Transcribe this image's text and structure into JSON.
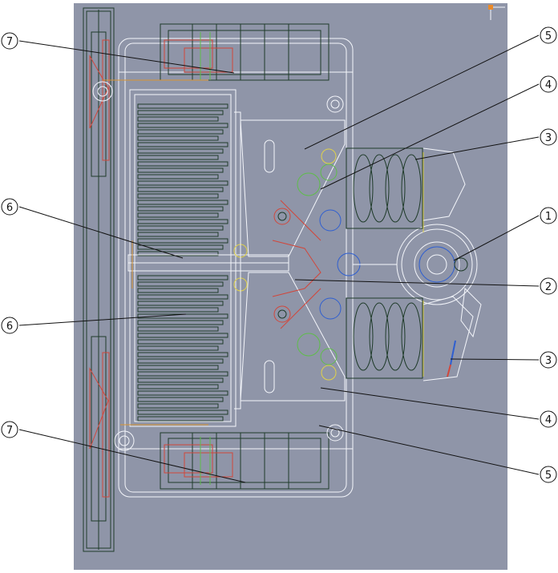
{
  "viewport": {
    "background": "#8f95a8",
    "frame": "#ffffff",
    "axis_gizmo_color": "#e98a2a",
    "wire_colors": {
      "white": "#f4f6fb",
      "dark_green": "#1f3b2a",
      "red": "#d2463a",
      "blue": "#2f5fd0",
      "yellow": "#e0d24a",
      "green": "#5fbd4a",
      "orange": "#d99532"
    }
  },
  "callouts": {
    "left": [
      {
        "label": "7"
      },
      {
        "label": "6"
      },
      {
        "label": "6"
      },
      {
        "label": "7"
      }
    ],
    "right": [
      {
        "label": "5"
      },
      {
        "label": "4"
      },
      {
        "label": "3"
      },
      {
        "label": "1"
      },
      {
        "label": "2"
      },
      {
        "label": "3"
      },
      {
        "label": "4"
      },
      {
        "label": "5"
      }
    ]
  }
}
